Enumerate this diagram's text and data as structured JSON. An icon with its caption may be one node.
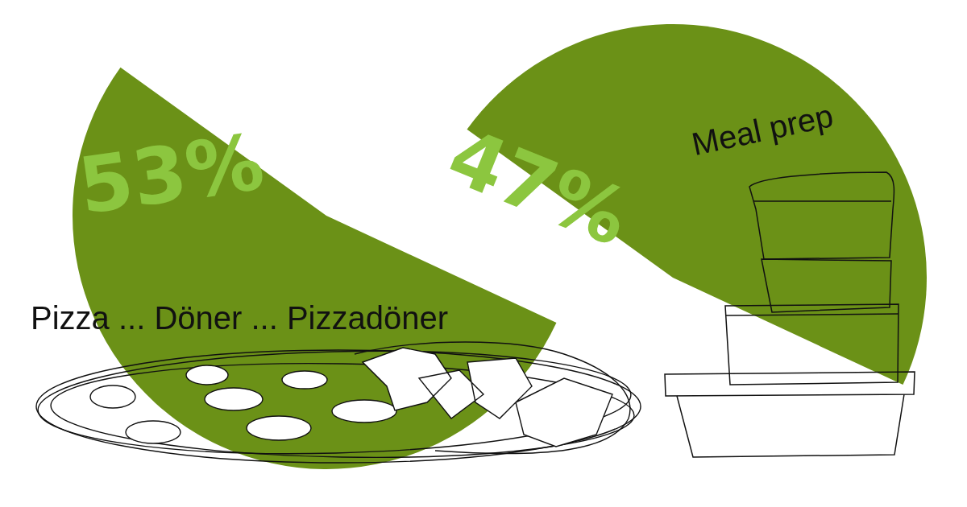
{
  "diagram": {
    "labels": [
      "53%",
      "47%",
      "Meal prep",
      "Pizza ... Döner ... Pizzadöner"
    ]
  }
}
